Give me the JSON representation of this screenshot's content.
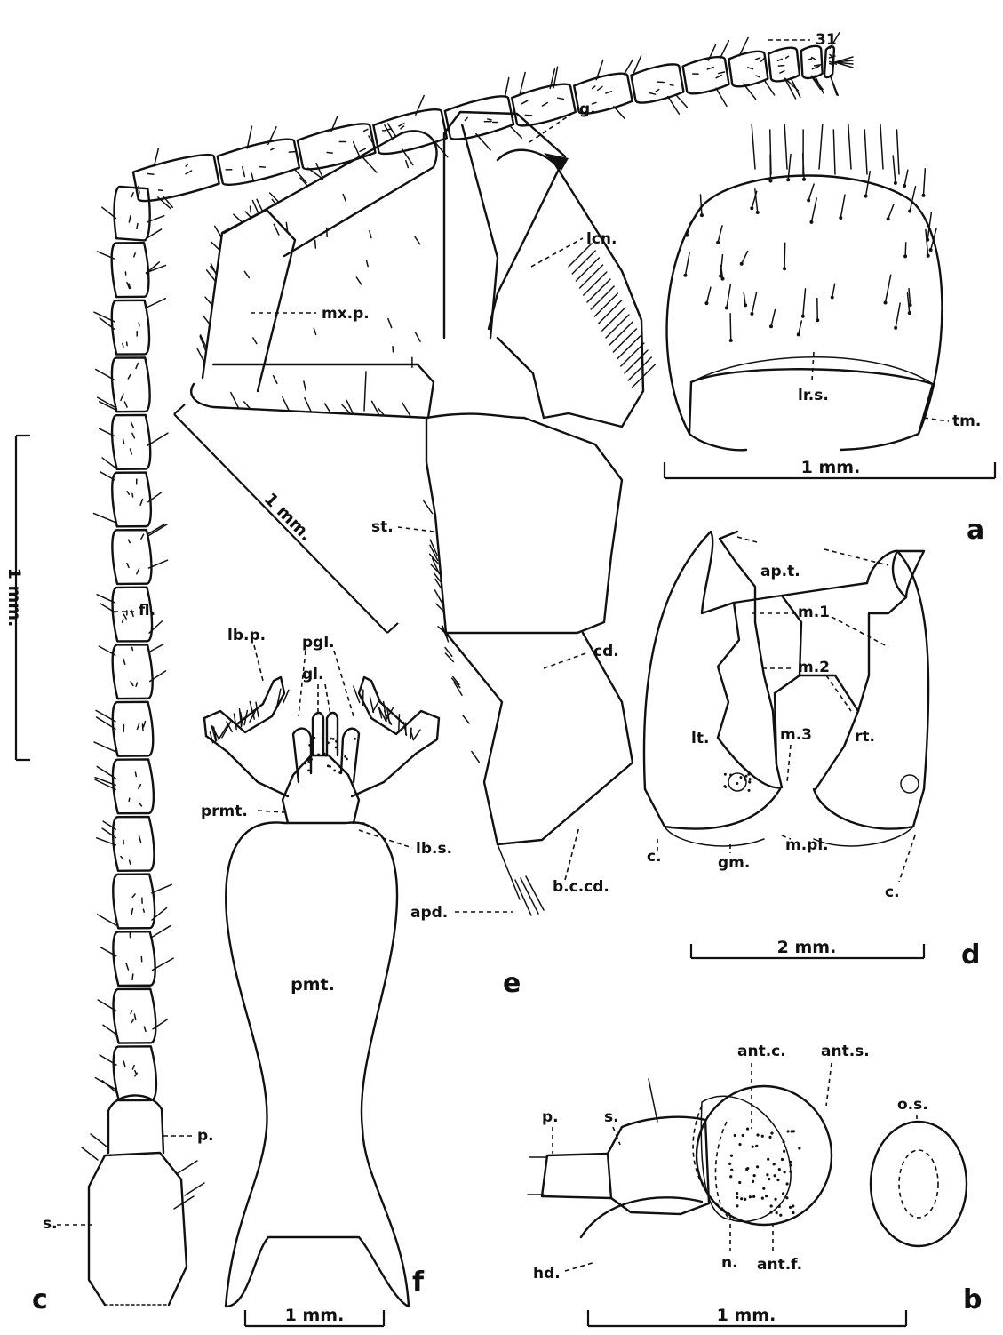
{
  "figure": {
    "panels": {
      "a": {
        "letter": "a",
        "labels": {
          "lrs": "lr.s.",
          "tm": "tm."
        },
        "scale": "1 mm."
      },
      "b": {
        "letter": "b",
        "labels": {
          "p": "p.",
          "s": "s.",
          "antc": "ant.c.",
          "ants": "ant.s.",
          "os": "o.s.",
          "hd": "hd.",
          "n": "n.",
          "antf": "ant.f."
        },
        "scale": "1 mm."
      },
      "c": {
        "letter": "c",
        "labels": {
          "n31": "31",
          "fl": "fl.",
          "p": "p.",
          "s": "s."
        },
        "scale": "1 mm."
      },
      "d": {
        "letter": "d",
        "labels": {
          "apt": "ap.t.",
          "m1": "m.1",
          "m2": "m.2",
          "m3": "m.3",
          "lt": "lt.",
          "rt": "rt.",
          "c1": "c.",
          "gm": "gm.",
          "mpl": "m.pl.",
          "c2": "c."
        },
        "scale": "2 mm."
      },
      "e": {
        "letter": "e",
        "labels": {
          "g": "g.",
          "lcn": "lcn.",
          "mxp": "mx.p.",
          "st": "st.",
          "cd": "cd.",
          "bccd": "b.c.cd.",
          "apd": "apd."
        },
        "scale": "1 mm."
      },
      "f": {
        "letter": "f",
        "labels": {
          "lbp": "lb.p.",
          "pgl": "pgl.",
          "gl": "gl.",
          "prmt": "prmt.",
          "lbs": "lb.s.",
          "pmt": "pmt."
        },
        "scale": "1 mm."
      }
    }
  }
}
